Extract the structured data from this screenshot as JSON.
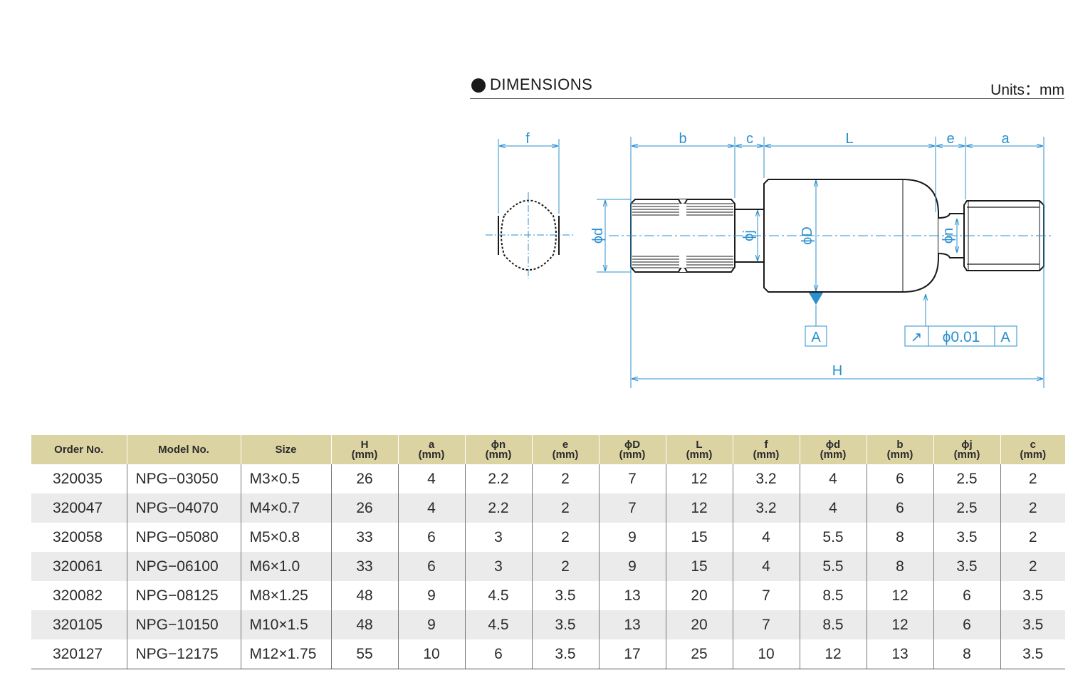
{
  "section": {
    "title": "DIMENSIONS",
    "units": "Units：mm"
  },
  "drawing": {
    "labels": {
      "f": "f",
      "b": "b",
      "c": "c",
      "L": "L",
      "e": "e",
      "a": "a",
      "H": "H",
      "phi_d": "ϕd",
      "phi_j": "ϕj",
      "phi_D": "ϕD",
      "phi_n": "ϕn",
      "datum": "A",
      "tol_symbol": "↗",
      "tol_value": "ϕ0.01",
      "tol_datum": "A"
    },
    "colors": {
      "dimension": "#2b8fce",
      "outline": "#1a1a1a"
    }
  },
  "table": {
    "columns": [
      {
        "top": "Order No.",
        "unit": ""
      },
      {
        "top": "Model No.",
        "unit": ""
      },
      {
        "top": "Size",
        "unit": ""
      },
      {
        "top": "H",
        "unit": "(mm)"
      },
      {
        "top": "a",
        "unit": "(mm)"
      },
      {
        "top": "ϕn",
        "unit": "(mm)"
      },
      {
        "top": "e",
        "unit": "(mm)"
      },
      {
        "top": "ϕD",
        "unit": "(mm)"
      },
      {
        "top": "L",
        "unit": "(mm)"
      },
      {
        "top": "f",
        "unit": "(mm)"
      },
      {
        "top": "ϕd",
        "unit": "(mm)"
      },
      {
        "top": "b",
        "unit": "(mm)"
      },
      {
        "top": "ϕj",
        "unit": "(mm)"
      },
      {
        "top": "c",
        "unit": "(mm)"
      }
    ],
    "rows": [
      [
        "320035",
        "NPG−03050",
        "M3×0.5",
        "26",
        "4",
        "2.2",
        "2",
        "7",
        "12",
        "3.2",
        "4",
        "6",
        "2.5",
        "2"
      ],
      [
        "320047",
        "NPG−04070",
        "M4×0.7",
        "26",
        "4",
        "2.2",
        "2",
        "7",
        "12",
        "3.2",
        "4",
        "6",
        "2.5",
        "2"
      ],
      [
        "320058",
        "NPG−05080",
        "M5×0.8",
        "33",
        "6",
        "3",
        "2",
        "9",
        "15",
        "4",
        "5.5",
        "8",
        "3.5",
        "2"
      ],
      [
        "320061",
        "NPG−06100",
        "M6×1.0",
        "33",
        "6",
        "3",
        "2",
        "9",
        "15",
        "4",
        "5.5",
        "8",
        "3.5",
        "2"
      ],
      [
        "320082",
        "NPG−08125",
        "M8×1.25",
        "48",
        "9",
        "4.5",
        "3.5",
        "13",
        "20",
        "7",
        "8.5",
        "12",
        "6",
        "3.5"
      ],
      [
        "320105",
        "NPG−10150",
        "M10×1.5",
        "48",
        "9",
        "4.5",
        "3.5",
        "13",
        "20",
        "7",
        "8.5",
        "12",
        "6",
        "3.5"
      ],
      [
        "320127",
        "NPG−12175",
        "M12×1.75",
        "55",
        "10",
        "6",
        "3.5",
        "17",
        "25",
        "10",
        "12",
        "13",
        "8",
        "3.5"
      ]
    ]
  }
}
